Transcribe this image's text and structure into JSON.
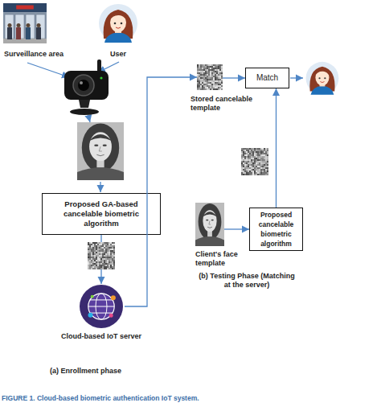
{
  "diagram": {
    "caption": "FIGURE 1. Cloud-based biometric authentication IoT system.",
    "nodes": [
      {
        "text": [
          "Surveillance area"
        ]
      },
      {
        "text": [
          "User"
        ]
      },
      {
        "text": [
          "Proposed GA-based cancelable biometric algorithm"
        ]
      },
      {
        "text": [
          "Cloud-based IoT server"
        ]
      },
      {
        "text": [
          "Stored cancelable template"
        ]
      },
      {
        "text": [
          "Match"
        ]
      },
      {
        "text": [
          "Client's face template"
        ]
      },
      {
        "text": [
          "Proposed cancelable biometric algorithm"
        ]
      }
    ],
    "edges": [
      {
        "from": 2,
        "to": 3,
        "arrow": "to"
      },
      {
        "from": 3,
        "to": 4,
        "arrow": "to"
      },
      {
        "from": 4,
        "to": 5,
        "arrow": "to"
      },
      {
        "from": 6,
        "to": 7,
        "arrow": "to"
      },
      {
        "from": 7,
        "to": 5,
        "arrow": "to"
      }
    ],
    "labels": [
      "(b) Testing Phase (Matching at the server)",
      "(a) Enrollment phase"
    ]
  }
}
